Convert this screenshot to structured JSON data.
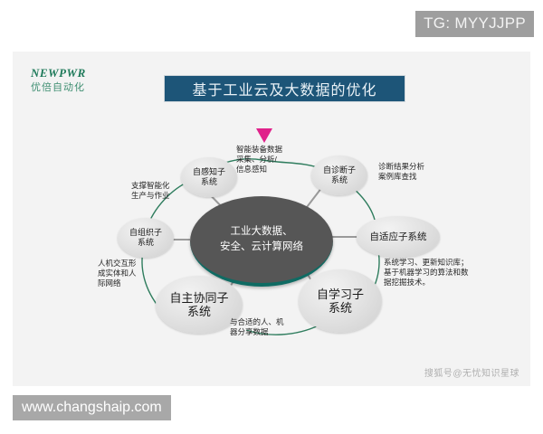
{
  "watermarks": {
    "tg": "TG: MYYJJPP",
    "url": "www.changshaip.com",
    "sohu": "搜狐号@无忧知识星球"
  },
  "slide": {
    "logo": {
      "main": "NEWPWR",
      "sub": "优倍自动化",
      "color": "#1f7a5a"
    },
    "title": "基于工业云及大数据的优化",
    "title_bg": "#1d5578"
  },
  "diagram": {
    "type": "hub-and-spoke",
    "center": {
      "label": "工业大数据、\n安全、云计算网络",
      "line1": "工业大数据、",
      "line2": "安全、云计算网络",
      "fill": "#565656",
      "edge": "#0f6b63"
    },
    "arrow_color": "#e0218a",
    "nodes": [
      {
        "id": "self-sensing",
        "label": "自感知子\n系统",
        "line1": "自感知子",
        "line2": "系统"
      },
      {
        "id": "self-diagnosis",
        "label": "自诊断子\n系统",
        "line1": "自诊断子",
        "line2": "系统"
      },
      {
        "id": "self-adaptive",
        "label": "自适应子系统",
        "line1": "自适应子系统",
        "line2": ""
      },
      {
        "id": "self-learning",
        "label": "自学习子\n系统",
        "line1": "自学习子",
        "line2": "系统"
      },
      {
        "id": "self-coordinate",
        "label": "自主协同子\n系统",
        "line1": "自主协同子",
        "line2": "系统"
      },
      {
        "id": "self-organizing",
        "label": "自组织子\n系统",
        "line1": "自组织子",
        "line2": "系统"
      }
    ],
    "notes": [
      {
        "id": "note-sensing",
        "text": "智能装备数据\n采集、分析/\n信息感知"
      },
      {
        "id": "note-diagnosis",
        "text": "诊断结果分析\n案例库查找"
      },
      {
        "id": "note-adaptive",
        "text": "系统学习、更新知识库；\n基于机器学习的算法和数\n据挖掘技术。"
      },
      {
        "id": "note-coordinate",
        "text": "与合适的人、机\n器分享数据"
      },
      {
        "id": "note-organizing",
        "text": "人机交互形\n成实体和人\n际网络"
      },
      {
        "id": "note-support",
        "text": "支撑智能化\n生产与作业"
      }
    ]
  }
}
